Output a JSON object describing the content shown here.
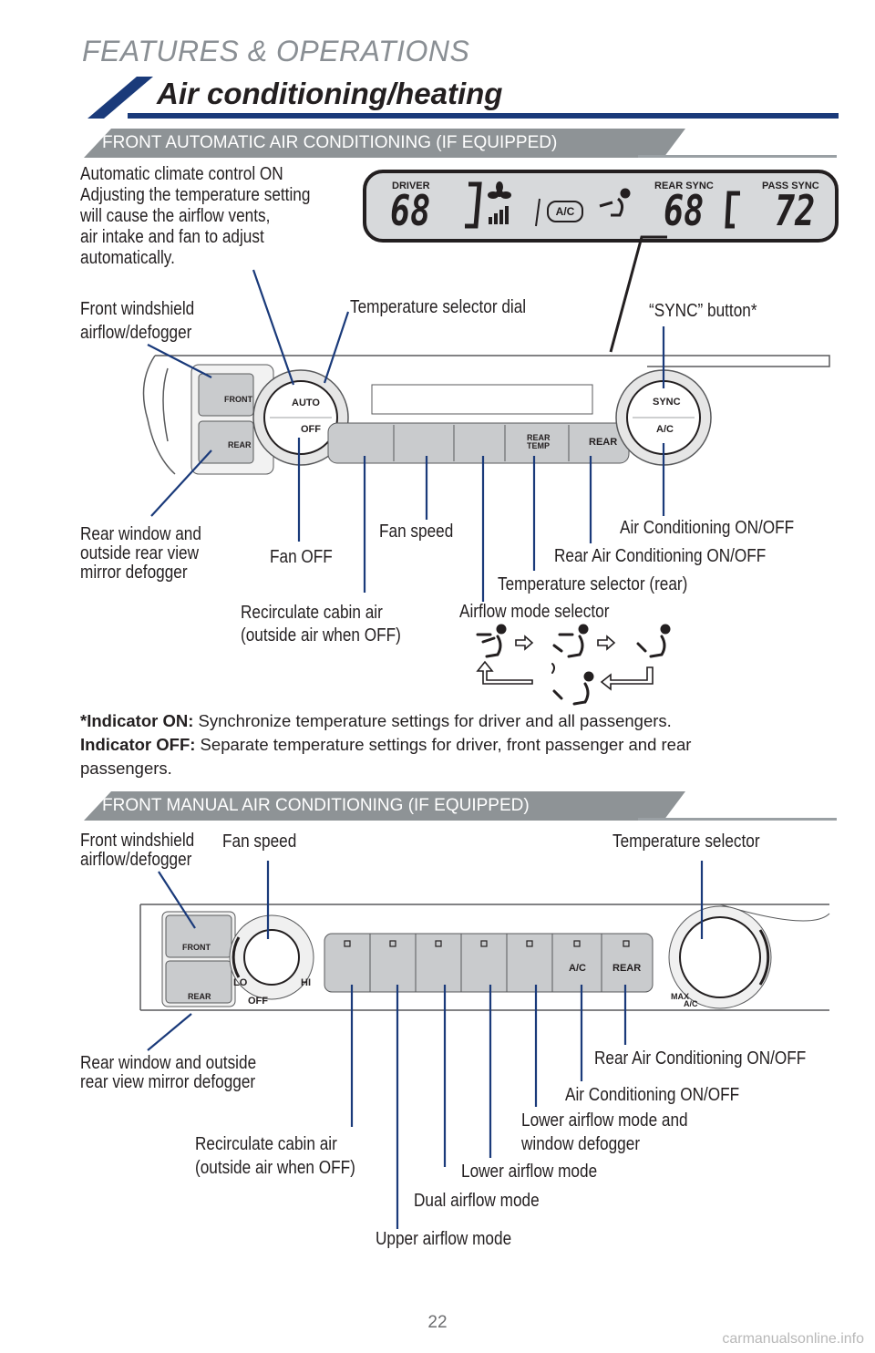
{
  "header": {
    "section": "FEATURES & OPERATIONS",
    "title": "Air conditioning/heating"
  },
  "auto_section": {
    "band": "FRONT AUTOMATIC AIR CONDITIONING (IF EQUIPPED)",
    "display": {
      "driver_label": "DRIVER",
      "driver_temp": "68",
      "ac_label": "A/C",
      "rear_sync_label": "REAR SYNC",
      "rear_temp": "68",
      "pass_sync_label": "PASS SYNC",
      "pass_temp": "72"
    },
    "panel": {
      "front_btn": "FRONT",
      "rear_btn": "REAR",
      "auto_btn": "AUTO",
      "off_btn": "OFF",
      "rear_temp_btn": "REAR TEMP",
      "rear_ac_btn": "REAR",
      "sync_btn": "SYNC",
      "ac_btn": "A/C"
    },
    "callouts": {
      "auto_desc": [
        "Automatic climate control ON",
        "Adjusting the temperature setting",
        "will cause the airflow vents,",
        "air intake and fan to adjust",
        "automatically."
      ],
      "front_defog": [
        "Front windshield",
        "airflow/defogger"
      ],
      "temp_dial": "Temperature selector dial",
      "sync_button": "“SYNC” button*",
      "rear_defog": [
        "Rear window and",
        "outside rear view",
        "mirror defogger"
      ],
      "fan_off": "Fan OFF",
      "fan_speed": "Fan speed",
      "ac_onoff": "Air Conditioning ON/OFF",
      "rear_ac_onoff": "Rear Air Conditioning ON/OFF",
      "temp_rear": "Temperature selector (rear)",
      "recirc": [
        "Recirculate cabin air",
        "(outside air when OFF)"
      ],
      "airflow_mode": "Airflow mode selector"
    },
    "note": {
      "on_label": "*Indicator ON:",
      "on_text": " Synchronize temperature settings for driver and all passengers.",
      "off_label": "Indicator OFF:",
      "off_text": " Separate temperature settings for driver, front passenger and rear",
      "off_text2": "passengers."
    }
  },
  "manual_section": {
    "band": "FRONT MANUAL AIR CONDITIONING (IF EQUIPPED)",
    "panel": {
      "front_btn": "FRONT",
      "rear_btn": "REAR",
      "lo": "LO",
      "hi": "HI",
      "off": "OFF",
      "ac_btn": "A/C",
      "rear_ac_btn": "REAR",
      "max": "MAX",
      "max_ac": "A/C"
    },
    "callouts": {
      "front_defog": [
        "Front windshield",
        "airflow/defogger"
      ],
      "fan_speed": "Fan speed",
      "temp_selector": "Temperature selector",
      "rear_defog": [
        "Rear window and outside",
        "rear view mirror defogger"
      ],
      "rear_ac": "Rear Air Conditioning ON/OFF",
      "ac_onoff": "Air Conditioning ON/OFF",
      "lower_defog": [
        "Lower airflow mode and",
        "window defogger"
      ],
      "recirc": [
        "Recirculate cabin air",
        "(outside air when OFF)"
      ],
      "lower_mode": "Lower airflow mode",
      "dual_mode": "Dual airflow mode",
      "upper_mode": "Upper airflow mode"
    }
  },
  "footer": {
    "page_number": "22",
    "watermark": "carmanualsonline.info"
  }
}
